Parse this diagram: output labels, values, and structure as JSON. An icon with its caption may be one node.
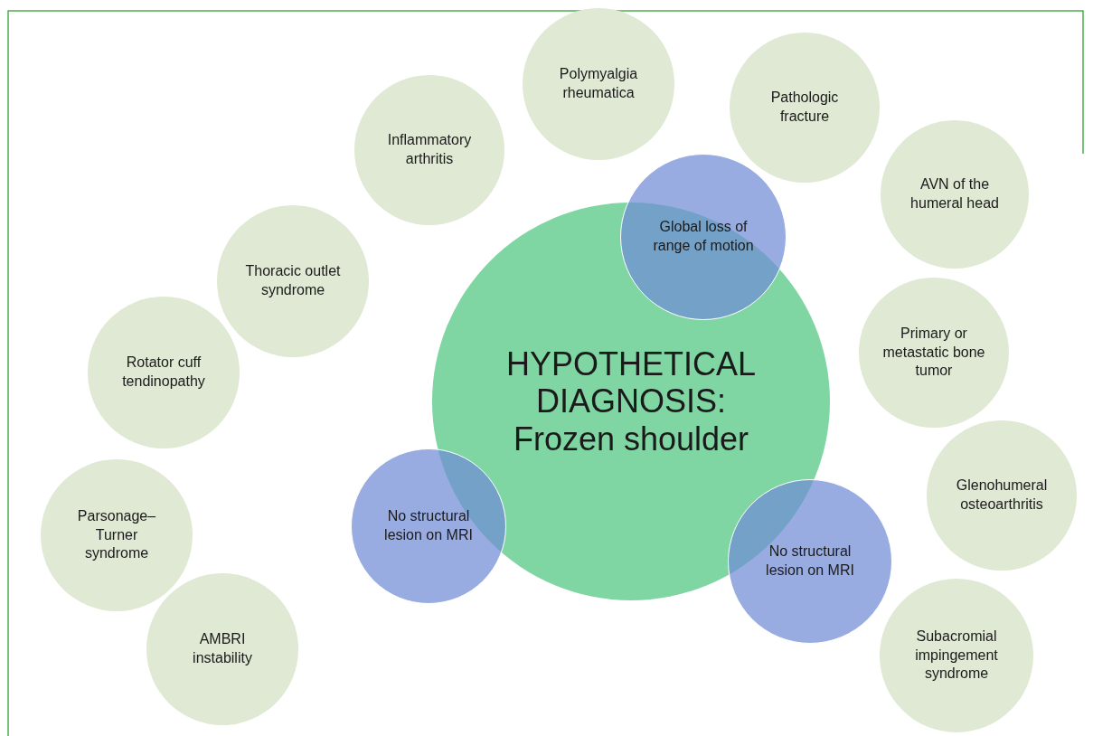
{
  "diagram": {
    "nodes": [
      {
        "text": [
          "Polymyalgia rheumatica"
        ]
      },
      {
        "text": [
          "Pathologic fracture"
        ]
      },
      {
        "text": [
          "Inflammatory arthritis"
        ]
      },
      {
        "text": [
          "AVN of the humeral head"
        ]
      },
      {
        "text": [
          "HYPOTHETICAL DIAGNOSIS: Frozen shoulder"
        ]
      },
      {
        "text": [
          "Global loss of range of motion"
        ]
      },
      {
        "text": [
          "Thoracic outlet syndrome"
        ]
      },
      {
        "text": [
          "Primary or metastatic bone tumor"
        ]
      },
      {
        "text": [
          "Rotator cuff tendinopathy"
        ]
      },
      {
        "text": [
          "Glenohumeral osteoarthritis"
        ]
      },
      {
        "text": [
          "Parsonage–Turner syndrome"
        ]
      },
      {
        "text": [
          "No structural lesion on MRI"
        ]
      },
      {
        "text": [
          "No structural lesion on MRI"
        ]
      },
      {
        "text": [
          "AMBRI instability"
        ]
      },
      {
        "text": [
          "Subacromial impingement syndrome"
        ]
      }
    ],
    "edges": []
  }
}
